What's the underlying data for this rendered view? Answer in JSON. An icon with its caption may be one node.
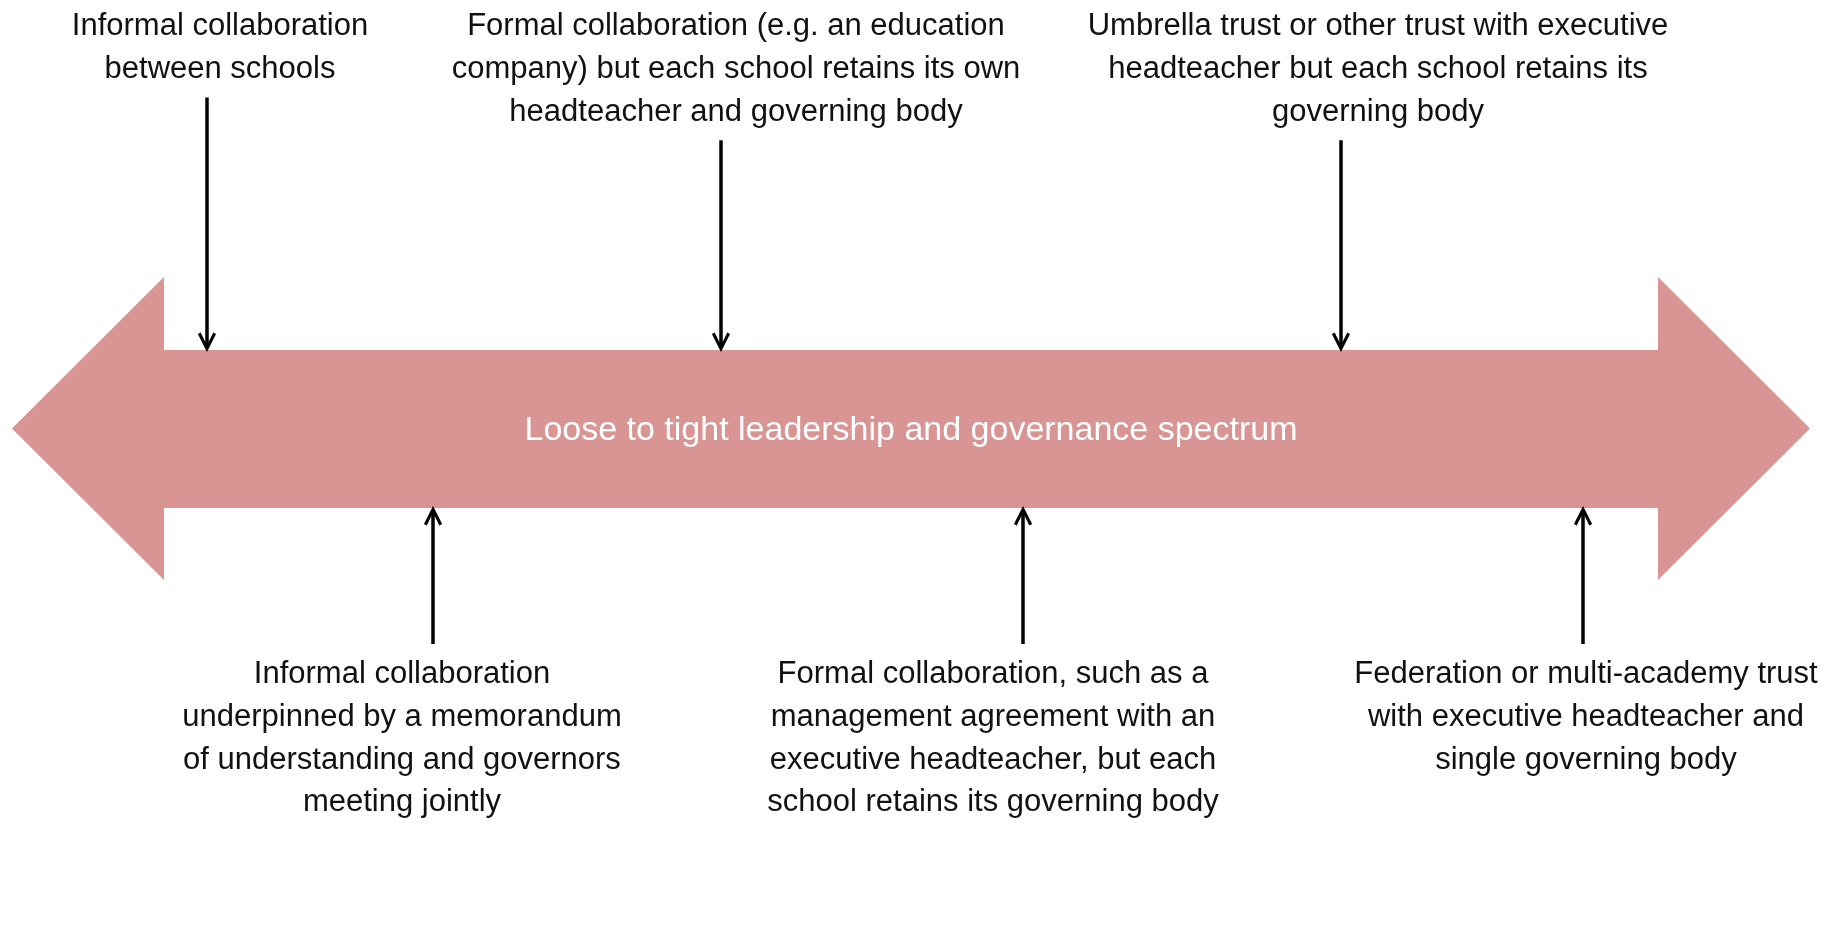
{
  "diagram": {
    "nodes": [
      {
        "text": [
          "Informal collaboration between schools"
        ]
      },
      {
        "text": [
          "Formal collaboration (e.g. an education company) but each school retains its own headteacher and governing body"
        ]
      },
      {
        "text": [
          "Umbrella trust or other trust with executive headteacher but each school retains its governing body"
        ]
      },
      {
        "text": [
          "Loose to tight leadership and governance spectrum"
        ]
      },
      {
        "text": [
          "Informal collaboration underpinned by a memorandum of understanding and governors meeting jointly"
        ]
      },
      {
        "text": [
          "Formal collaboration, such as a management agreement with an executive headteacher, but each school retains its governing body"
        ]
      },
      {
        "text": [
          "Federation or multi-academy trust with executive headteacher and single governing body"
        ]
      }
    ],
    "edges": [
      {
        "from": 0,
        "to": 3,
        "arrow": "to"
      },
      {
        "from": 1,
        "to": 3,
        "arrow": "to"
      },
      {
        "from": 2,
        "to": 3,
        "arrow": "to"
      },
      {
        "from": 4,
        "to": 3,
        "arrow": "to"
      },
      {
        "from": 5,
        "to": 3,
        "arrow": "to"
      },
      {
        "from": 6,
        "to": 3,
        "arrow": "to"
      }
    ]
  }
}
